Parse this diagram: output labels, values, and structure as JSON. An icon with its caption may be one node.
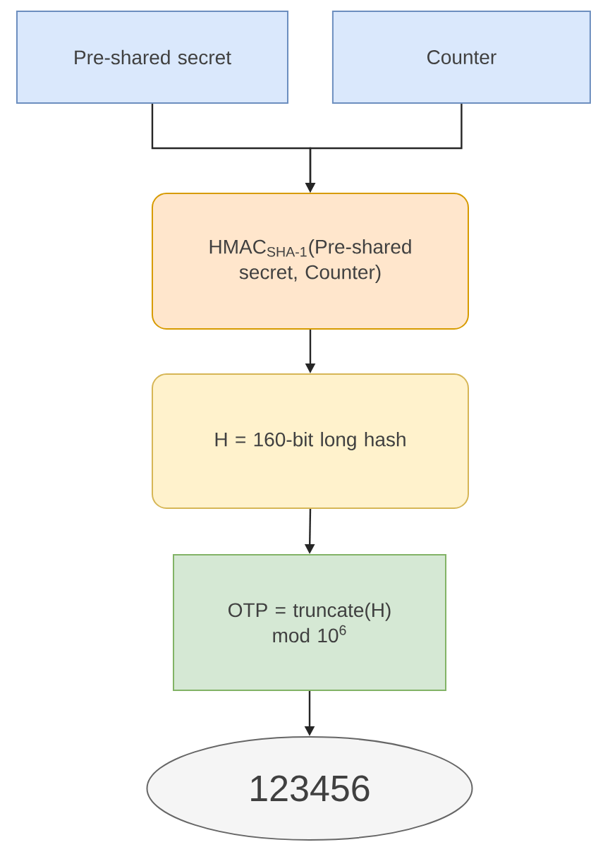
{
  "diagram": {
    "nodes": [
      {
        "text": [
          "Pre-shared secret"
        ]
      },
      {
        "text": [
          "Counter"
        ]
      },
      {
        "text": [
          "HMAC$_{SHA-1}$(Pre-shared secret, Counter)"
        ]
      },
      {
        "text": [
          "H = 160-bit long hash"
        ]
      },
      {
        "text": [
          "OTP = truncate(H) mod 10$^{6}$"
        ]
      },
      {
        "text": [
          "123456"
        ]
      }
    ],
    "edges": [
      {
        "from": 0,
        "to": 2,
        "arrow": "to"
      },
      {
        "from": 1,
        "to": 2,
        "arrow": "to"
      },
      {
        "from": 2,
        "to": 3,
        "arrow": "to"
      },
      {
        "from": 3,
        "to": 4,
        "arrow": "to"
      },
      {
        "from": 4,
        "to": 5,
        "arrow": "to"
      }
    ]
  }
}
